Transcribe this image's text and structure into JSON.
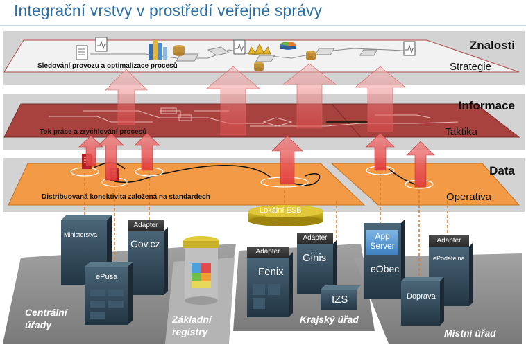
{
  "title": "Integrační vrstvy v prostředí veřejné správy",
  "layers": {
    "znalosti": {
      "name": "Znalosti",
      "level": "Strategie",
      "plane_caption": "Sledování provozu a optimalizace procesů"
    },
    "informace": {
      "name": "Informace",
      "level": "Taktika",
      "plane_caption": "Tok práce a zrychlování procesů"
    },
    "data": {
      "name": "Data",
      "level": "Operativa",
      "plane_caption": "Distribuovaná konektivita založená na standardech"
    }
  },
  "esb": {
    "label": "Lokální ESB"
  },
  "systems": {
    "ministerstva": "Ministerstva",
    "adapter_label": "Adapter",
    "govcz": "Gov.cz",
    "epusa": "ePusa",
    "fenix": "Fenix",
    "ginis": "Ginis",
    "izs": "IZS",
    "app_server": "App Server",
    "eobec": "eObec",
    "epodatelna": "ePodatelna",
    "doprava": "Doprava"
  },
  "zones": {
    "centralni_line1": "Centrální",
    "centralni_line2": "úřady",
    "zakladni_line1": "Základní",
    "zakladni_line2": "registry",
    "krajsky": "Krajský úřad",
    "mistni": "Místní úřad"
  },
  "colors": {
    "title": "#2b6fa8",
    "band": "#d3d3d3",
    "knowledge_plane": "#f2f2f2",
    "information_plane": "#a8423f",
    "data_plane": "#f29a45",
    "arrow": "#e35555",
    "server": "#2f4656",
    "ground": "#8a8a8a"
  },
  "icons": [
    "document-icon",
    "bar-chart-icon",
    "crown-icon",
    "pie-chart-icon",
    "database-icon",
    "process-flow-icon"
  ]
}
